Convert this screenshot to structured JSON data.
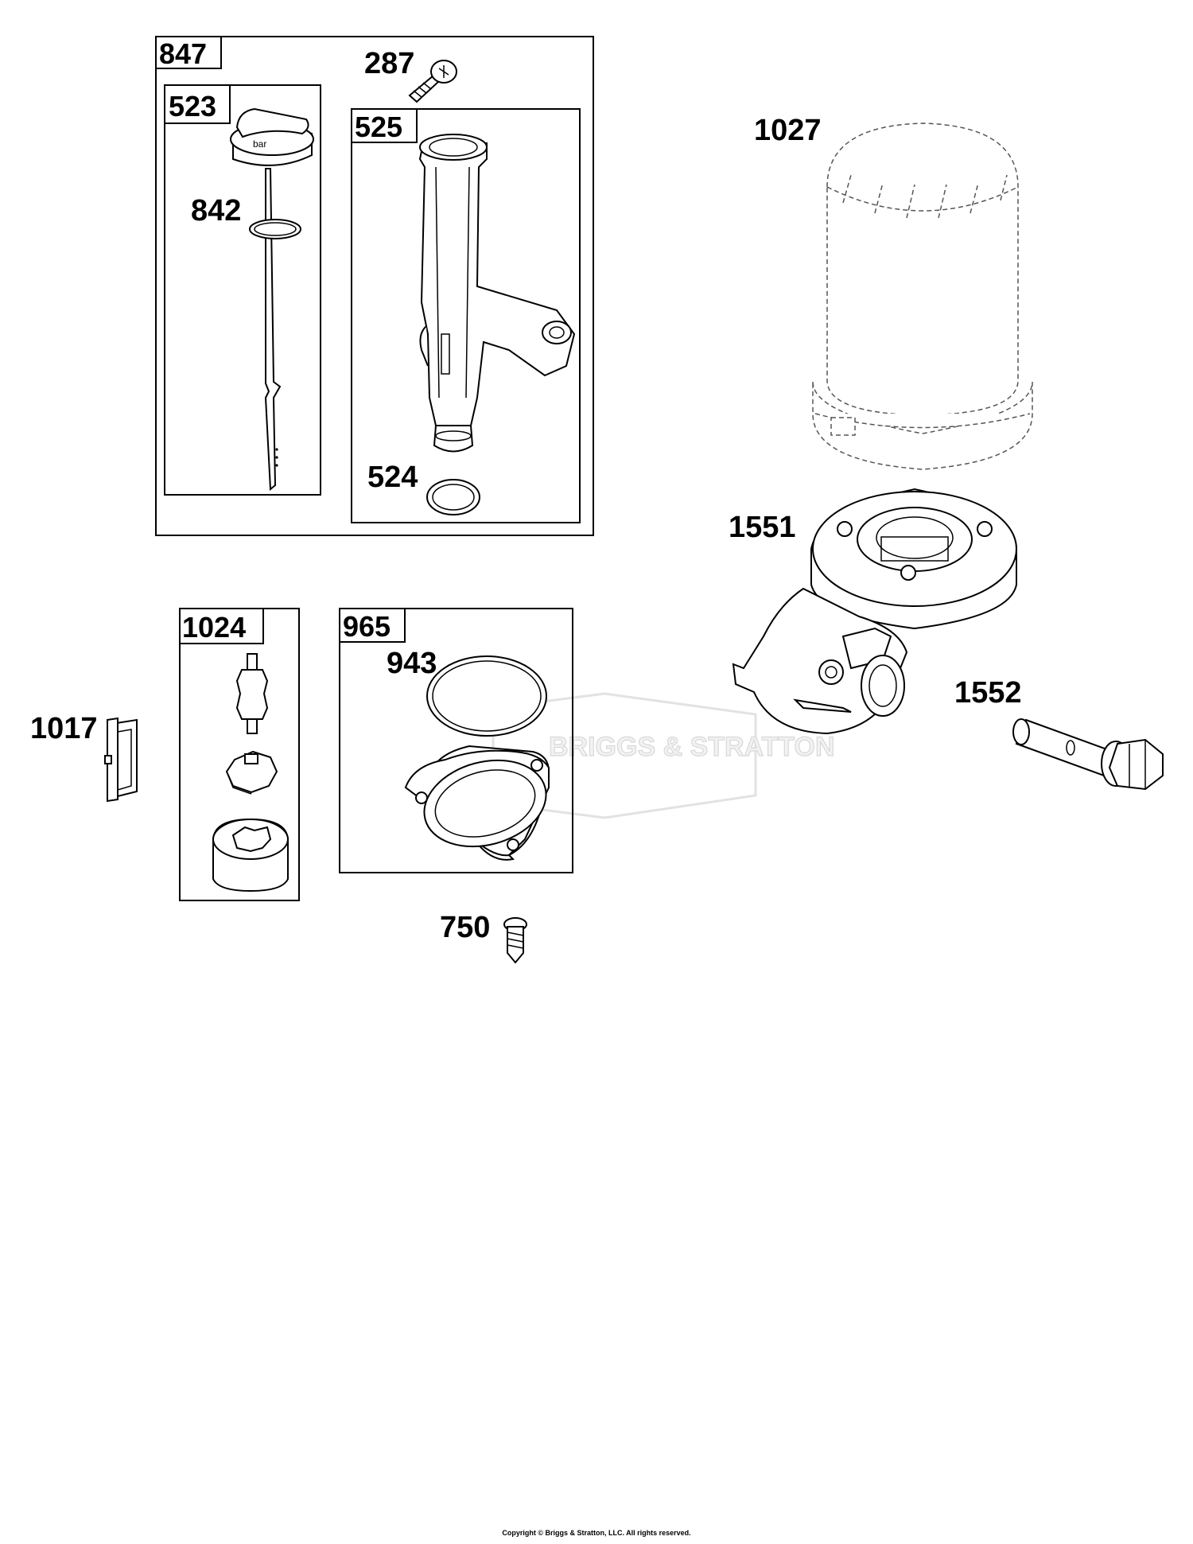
{
  "boxes": {
    "b847": "847",
    "b523": "523",
    "b525": "525",
    "b1024": "1024",
    "b965": "965"
  },
  "callouts": {
    "c287": "287",
    "c842": "842",
    "c524": "524",
    "c1027": "1027",
    "c1551": "1551",
    "c1552": "1552",
    "c1017": "1017",
    "c943": "943",
    "c750": "750"
  },
  "watermark": "BRIGGS & STRATTON",
  "footer": "Copyright © Briggs & Stratton, LLC. All rights reserved."
}
